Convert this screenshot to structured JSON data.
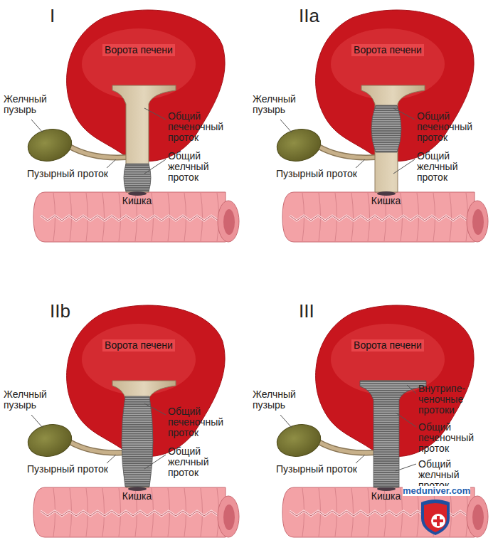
{
  "diagram": {
    "nodes": [
      {
        "text": [
          "Ворота печени"
        ]
      },
      {
        "text": [
          "Кишка"
        ]
      },
      {
        "text": [
          "Ворота печени"
        ]
      },
      {
        "text": [
          "Кишка"
        ]
      },
      {
        "text": [
          "Ворота печени"
        ]
      },
      {
        "text": [
          "Кишка"
        ]
      },
      {
        "text": [
          "Ворота печени"
        ]
      },
      {
        "text": [
          "Кишка"
        ]
      }
    ],
    "edges": [],
    "labels": [
      "I",
      "Желчный пузырь",
      "Общий печеночный проток",
      "Общий желчный проток",
      "Пузырный проток",
      "IIa",
      "Желчный пузырь",
      "Общий печеночный проток",
      "Общий желчный проток",
      "Пузырный проток",
      "IIb",
      "Желчный пузырь",
      "Общий печеночный проток",
      "Общий желчный проток",
      "Пузырный проток",
      "III",
      "Желчный пузырь",
      "Внутрипе- ченочные протоки",
      "Общий печеночный проток",
      "Общий желчный проток",
      "Пузырный проток",
      "meduniver.com"
    ]
  }
}
